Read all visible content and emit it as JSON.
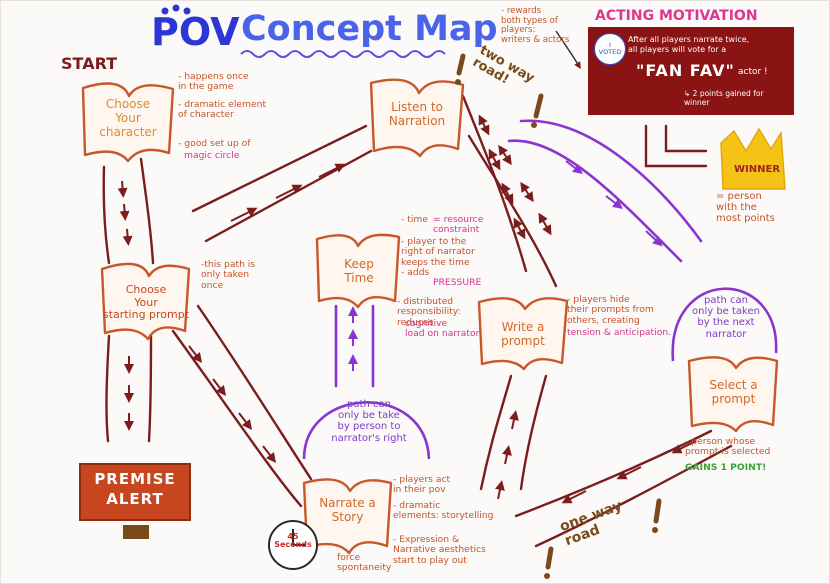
{
  "title": {
    "pov": "POV",
    "concept_map": "Concept Map"
  },
  "start_label": "START",
  "nodes": {
    "choose_character": "Choose\nYour\ncharacter",
    "choose_prompt": "Choose\nYour\nstarting prompt",
    "listen": "Listen to\nNarration",
    "keep_time": "Keep\nTime",
    "write_prompt": "Write a\nprompt",
    "narrate_story": "Narrate a\nStory",
    "select_prompt": "Select a\nprompt"
  },
  "notes": {
    "character": [
      "- happens once\n  in the game",
      "- dramatic element\nof character",
      "- good set up of"
    ],
    "character_pink": "magic circle",
    "choose_prompt": "-this path is\n only taken\n once",
    "keep_time_a": "- time",
    "keep_time_pink": "= resource\n  constraint",
    "keep_time_b": "- player to the\n right of narrator\n keeps the time\n- adds",
    "keep_time_pressure": "PRESSURE",
    "keep_time_c": "- distributed\nresponsibility:\nreduces",
    "keep_time_pink2": "cognitive\nload on narrator",
    "write_prompt_a": "- players hide\n their prompts from\n others, creating",
    "write_prompt_pink": "tension & anticipation.",
    "narrate_a": "- players act\n  in their pov",
    "narrate_b": "- dramatic\n elements: storytelling",
    "narrate_c": "- Expression &\n Narrative aesthetics\n start to play out",
    "force": "force\nspontaneity",
    "select_a": "- person whose\n prompt is selected",
    "select_green": "GAINS 1 POINT!",
    "winner_note": "= person\n  with the\n  most points",
    "rewards": "- rewards\n both types of\n players:\n writers & actors"
  },
  "purple_paths": {
    "keep_time": "path can\nonly be take\nby person to\nnarrator's right",
    "select": "path can\nonly be taken\nby the next\nnarrator"
  },
  "road_labels": {
    "two_way": "two way\nroad!",
    "one_way": "one way\nroad"
  },
  "acting_motivation": {
    "title": "ACTING MOTIVATION",
    "badge": "I\nVOTED",
    "body": "After all players narrate twice,\nall players will vote for a",
    "fan_fav": "\"FAN FAV\"",
    "actor": "actor !",
    "points": "↳ 2 points gained for\n   winner"
  },
  "winner": "WINNER",
  "premise_alert": "PREMISE\nALERT",
  "timer": "45\nSeconds",
  "colors": {
    "road": "#7a1d1d",
    "purple": "#8a35d0",
    "orange": "#d06a2a",
    "title_blue": "#2c35d6",
    "title_blue_light": "#4a63e8",
    "crown": "#f4c316"
  }
}
